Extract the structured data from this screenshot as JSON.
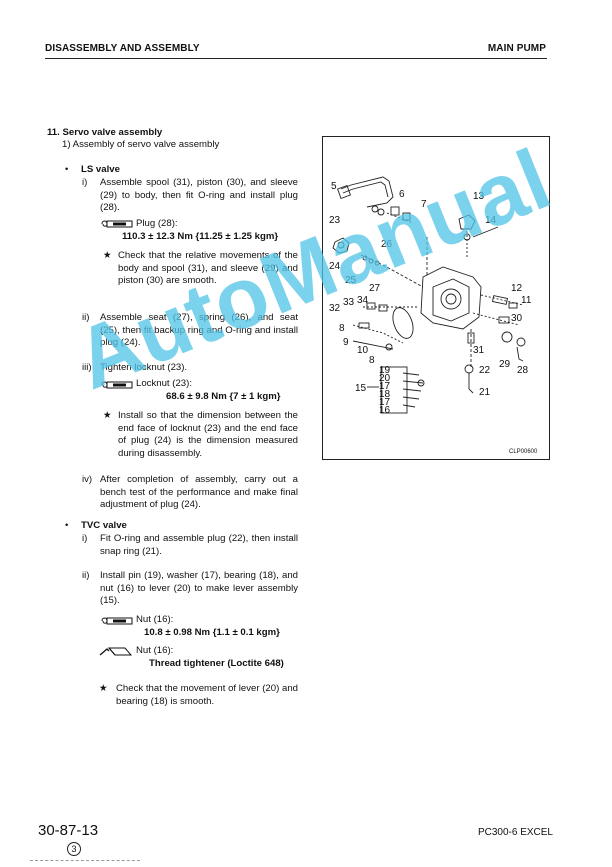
{
  "header": {
    "left": "DISASSEMBLY AND ASSEMBLY",
    "right": "MAIN PUMP"
  },
  "section": {
    "title": "11. Servo valve assembly",
    "sub": "1)  Assembly of servo valve assembly"
  },
  "ls": {
    "bullet": "•",
    "title": "LS valve",
    "i_num": "i)",
    "i_text": "Assemble spool (31), piston (30), and sleeve (29) to body, then fit O-ring and install plug (28).",
    "i_spec_label": "Plug (28):",
    "i_spec_value": "110.3 ± 12.3 Nm {11.25 ± 1.25 kgm}",
    "i_note": "Check that the relative movements of the body and spool (31), and sleeve (29) and piston (30) are smooth.",
    "ii_num": "ii)",
    "ii_text": "Assemble seat (27), spring (26), and seat (25), then fit backup ring and O-ring and install plug (24).",
    "iii_num": "iii)",
    "iii_text": "Tighten locknut (23).",
    "iii_spec_label": "Locknut (23):",
    "iii_spec_value": "68.6 ± 9.8 Nm {7 ± 1 kgm}",
    "iii_note": "Install so that the dimension between the end face of locknut (23) and the end face of plug (24) is the dimension measured during disassembly.",
    "iv_num": "iv)",
    "iv_text": "After completion of assembly, carry out a bench test of the performance and make final adjustment of plug (24)."
  },
  "tvc": {
    "bullet": "•",
    "title": "TVC valve",
    "i_num": "i)",
    "i_text": "Fit O-ring and assemble plug (22), then install snap ring (21).",
    "ii_num": "ii)",
    "ii_text": "Install pin (19), washer (17), bearing (18), and nut (16) to lever (20) to make lever assembly (15).",
    "spec1_label": "Nut (16):",
    "spec1_value": "10.8 ± 0.98 Nm {1.1 ± 0.1 kgm}",
    "spec2_label": "Nut (16):",
    "spec2_value": "Thread tightener (Loctite 648)",
    "note": "Check that the movement of lever (20) and bearing (18) is smooth."
  },
  "star": "★",
  "figure": {
    "caption": "CLP00600",
    "labels": [
      "5",
      "6",
      "7",
      "13",
      "14",
      "23",
      "26",
      "24",
      "25",
      "27",
      "12",
      "11",
      "30",
      "34",
      "33",
      "32",
      "8",
      "9",
      "10",
      "8",
      "31",
      "29",
      "28",
      "22",
      "19",
      "20",
      "17",
      "18",
      "17",
      "16",
      "15",
      "21"
    ]
  },
  "watermark": "AutoManual",
  "footer": {
    "page": "30-87-13",
    "rev": "3",
    "model": "PC300-6 EXCEL"
  }
}
